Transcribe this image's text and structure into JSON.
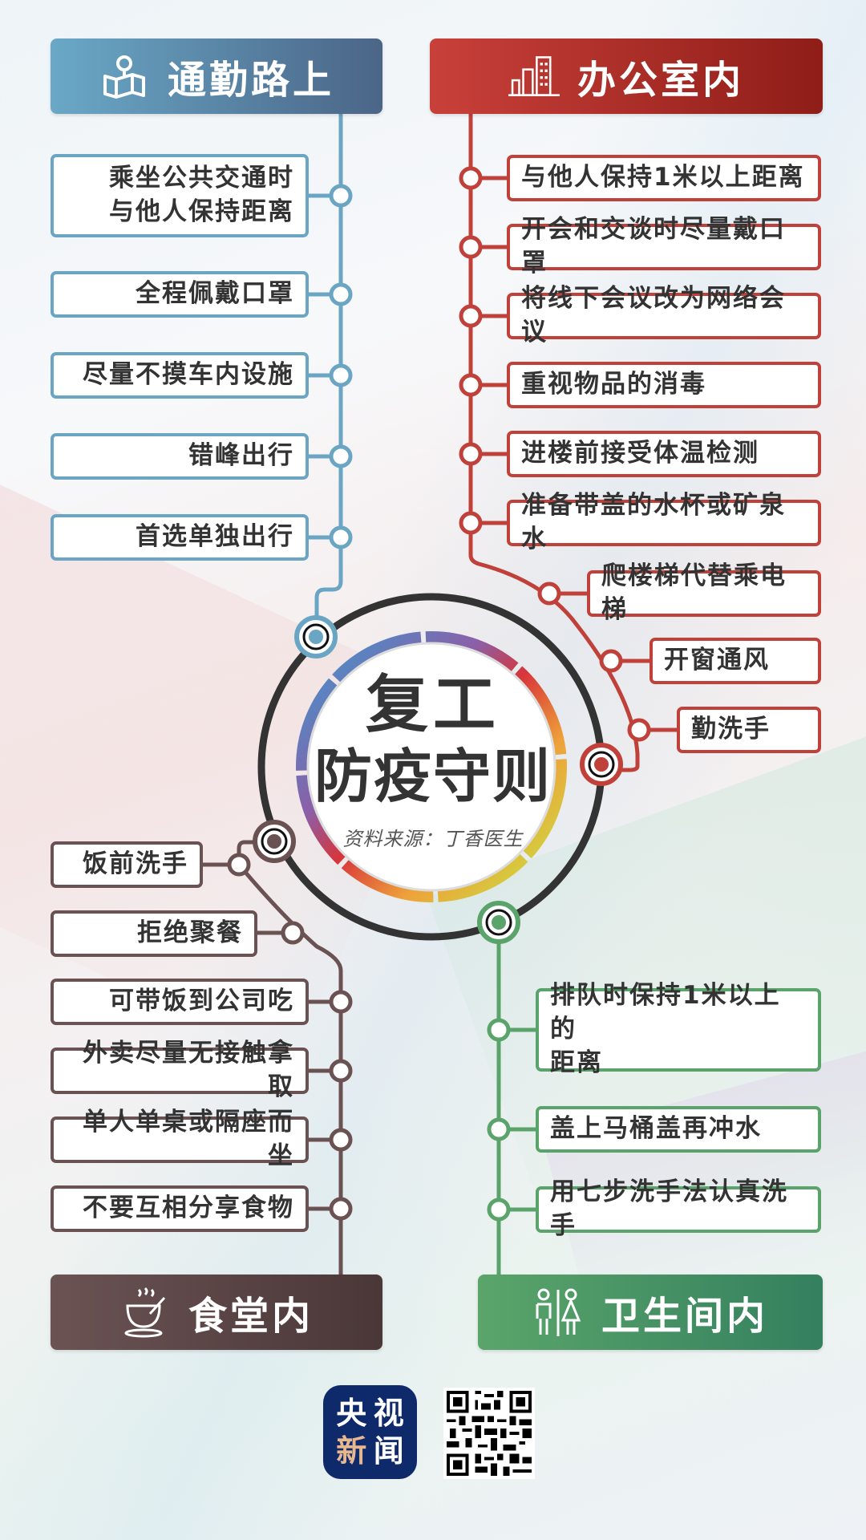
{
  "title": {
    "line1": "复工",
    "line2": "防疫守则",
    "source": "资料来源：丁香医生"
  },
  "colors": {
    "commute": "#6aa6c4",
    "office": "#c0413a",
    "canteen": "#6a5152",
    "toilet": "#5aa36a",
    "hub_ring": "#333333"
  },
  "sections": {
    "commute": {
      "label": "通勤路上",
      "icon": "map-pin-icon",
      "items": [
        "乘坐公共交通时\n与他人保持距离",
        "全程佩戴口罩",
        "尽量不摸车内设施",
        "错峰出行",
        "首选单独出行"
      ]
    },
    "office": {
      "label": "办公室内",
      "icon": "building-icon",
      "items": [
        "与他人保持1米以上距离",
        "开会和交谈时尽量戴口罩",
        "将线下会议改为网络会议",
        "重视物品的消毒",
        "进楼前接受体温检测",
        "准备带盖的水杯或矿泉水",
        "爬楼梯代替乘电梯",
        "开窗通风",
        "勤洗手"
      ]
    },
    "canteen": {
      "label": "食堂内",
      "icon": "hot-cup-icon",
      "items": [
        "饭前洗手",
        "拒绝聚餐",
        "可带饭到公司吃",
        "外卖尽量无接触拿取",
        "单人单桌或隔座而坐",
        "不要互相分享食物"
      ]
    },
    "toilet": {
      "label": "卫生间内",
      "icon": "restroom-icon",
      "items": [
        "排队时保持1米以上的\n距离",
        "盖上马桶盖再冲水",
        "用七步洗手法认真洗手"
      ]
    }
  },
  "footer": {
    "logo_chars": [
      "央",
      "视",
      "新",
      "闻"
    ],
    "qr_label": "qr-code"
  }
}
